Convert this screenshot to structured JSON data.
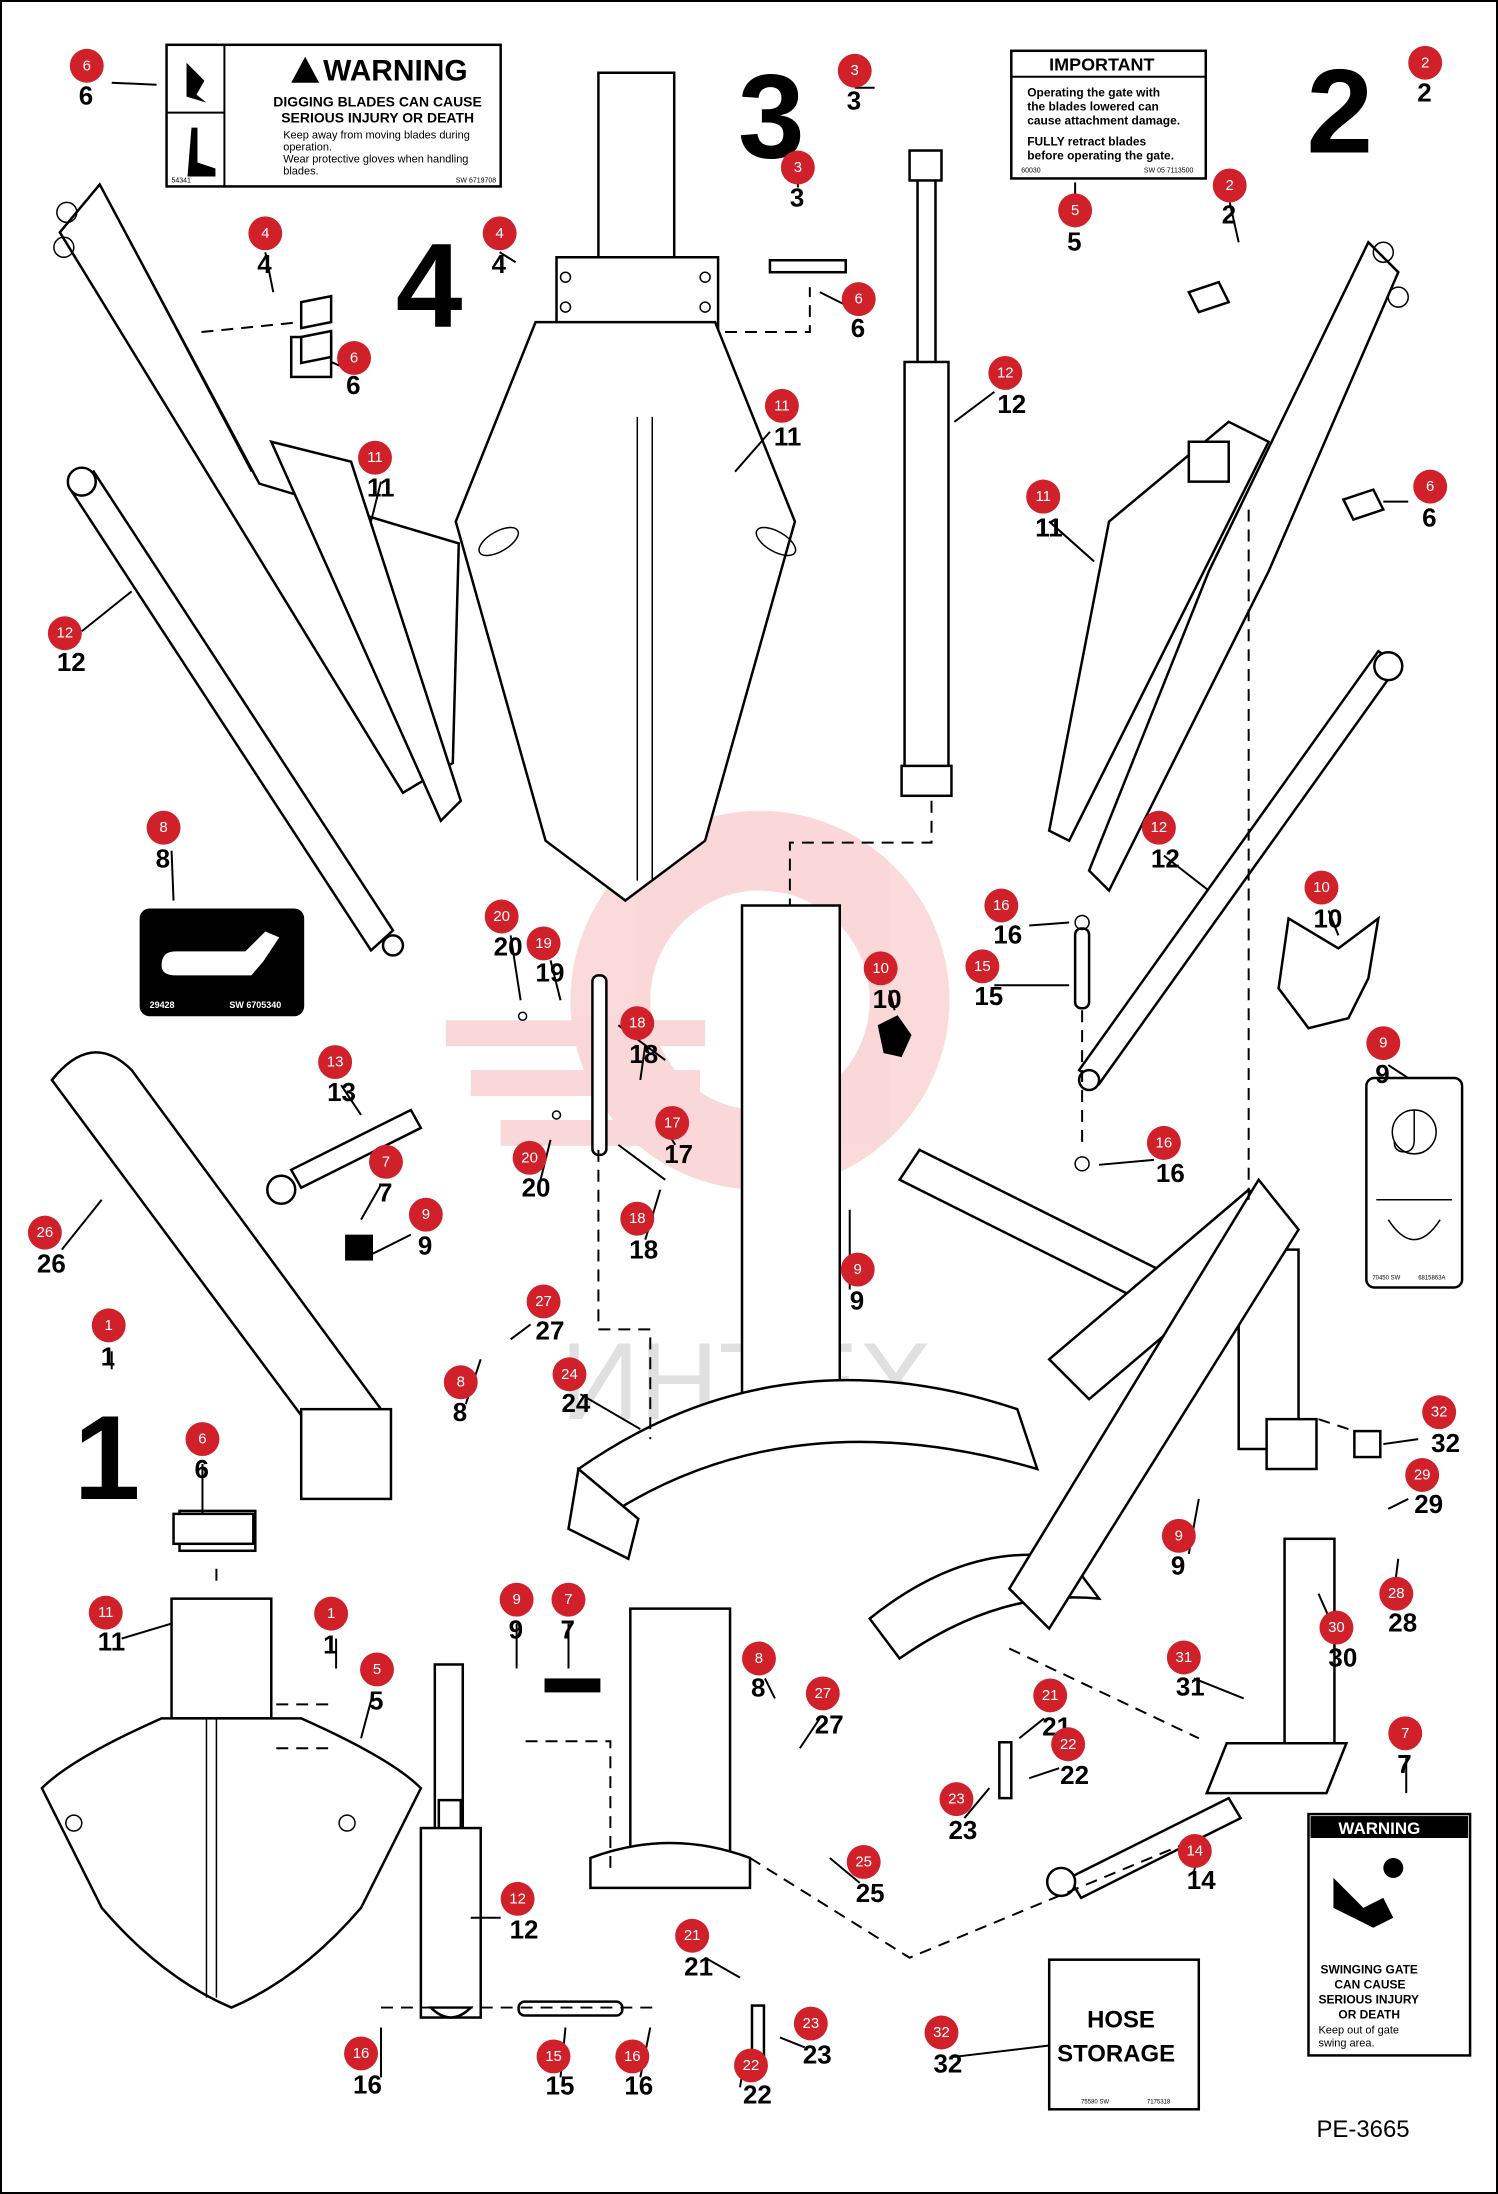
{
  "diagram_ref": "PE-3665",
  "watermark": "ИНТЕХ",
  "group_numbers": [
    "1",
    "2",
    "3",
    "4"
  ],
  "decals": {
    "warning_blades": {
      "title": "WARNING",
      "headline_1": "DIGGING BLADES CAN CAUSE",
      "headline_2": "SERIOUS INJURY OR DEATH",
      "bullet_1a": "Keep away from moving blades during",
      "bullet_1b": "operation.",
      "bullet_2a": "Wear protective gloves when handling",
      "bullet_2b": "blades.",
      "code_left": "54341",
      "code_right": "SW 6719708"
    },
    "important": {
      "title": "IMPORTANT",
      "line_1": "Operating the gate with",
      "line_2": "the blades lowered can",
      "line_3": "cause attachment damage.",
      "line_4": "FULLY retract blades",
      "line_5": "before operating the gate.",
      "code_left": "60030",
      "code_right": "SW 05 7113500"
    },
    "grease_decal": {
      "code_left": "29428",
      "code_right": "SW 6705340"
    },
    "lift_decal": {
      "code_left": "70450 SW",
      "code_right": "6815863A"
    },
    "warning_gate": {
      "title": "WARNING",
      "line_1": "SWINGING GATE",
      "line_2": "CAN CAUSE",
      "line_3": "SERIOUS INJURY",
      "line_4": "OR DEATH",
      "line_5": "Keep out of gate",
      "line_6": "swing area."
    },
    "hose_storage": {
      "line_1": "HOSE",
      "line_2": "STORAGE",
      "code_left": "75580 SW",
      "code_right": "7175318"
    }
  },
  "callouts": [
    {
      "n": "6"
    },
    {
      "n": "3"
    },
    {
      "n": "3"
    },
    {
      "n": "2"
    },
    {
      "n": "4"
    },
    {
      "n": "4"
    },
    {
      "n": "6"
    },
    {
      "n": "5"
    },
    {
      "n": "2"
    },
    {
      "n": "6"
    },
    {
      "n": "12"
    },
    {
      "n": "11"
    },
    {
      "n": "11"
    },
    {
      "n": "11"
    },
    {
      "n": "11"
    },
    {
      "n": "6"
    },
    {
      "n": "12"
    },
    {
      "n": "8"
    },
    {
      "n": "12"
    },
    {
      "n": "16"
    },
    {
      "n": "10"
    },
    {
      "n": "20"
    },
    {
      "n": "19"
    },
    {
      "n": "15"
    },
    {
      "n": "10"
    },
    {
      "n": "18"
    },
    {
      "n": "13"
    },
    {
      "n": "7"
    },
    {
      "n": "17"
    },
    {
      "n": "20"
    },
    {
      "n": "16"
    },
    {
      "n": "9"
    },
    {
      "n": "26"
    },
    {
      "n": "9"
    },
    {
      "n": "18"
    },
    {
      "n": "9"
    },
    {
      "n": "27"
    },
    {
      "n": "1"
    },
    {
      "n": "24"
    },
    {
      "n": "8"
    },
    {
      "n": "32"
    },
    {
      "n": "6"
    },
    {
      "n": "29"
    },
    {
      "n": "9"
    },
    {
      "n": "28"
    },
    {
      "n": "11"
    },
    {
      "n": "1"
    },
    {
      "n": "9"
    },
    {
      "n": "7"
    },
    {
      "n": "30"
    },
    {
      "n": "5"
    },
    {
      "n": "31"
    },
    {
      "n": "8"
    },
    {
      "n": "27"
    },
    {
      "n": "21"
    },
    {
      "n": "22"
    },
    {
      "n": "7"
    },
    {
      "n": "23"
    },
    {
      "n": "14"
    },
    {
      "n": "12"
    },
    {
      "n": "25"
    },
    {
      "n": "21"
    },
    {
      "n": "23"
    },
    {
      "n": "32"
    },
    {
      "n": "16"
    },
    {
      "n": "15"
    },
    {
      "n": "16"
    },
    {
      "n": "22"
    }
  ]
}
